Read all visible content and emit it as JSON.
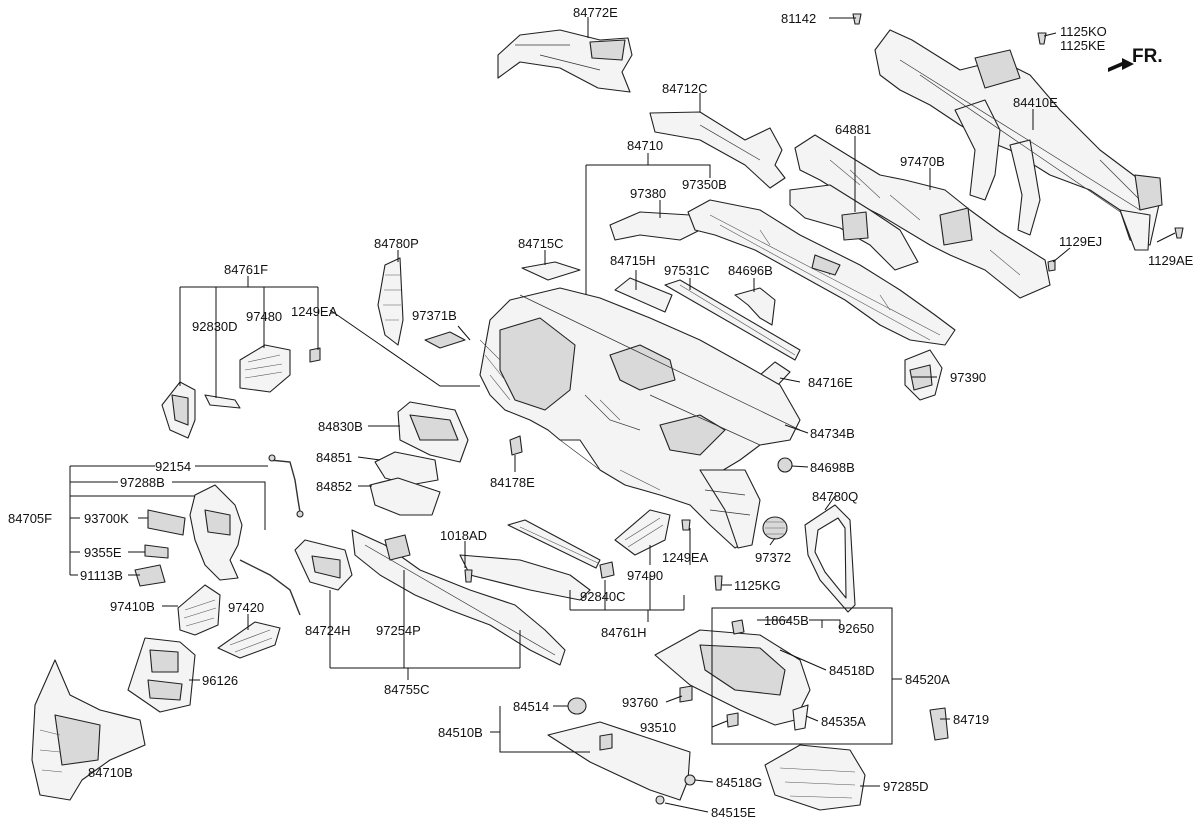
{
  "orientation": {
    "text": "FR."
  },
  "part_labels": [
    "84772E",
    "81142",
    "1125KO",
    "1125KE",
    "84712C",
    "84410E",
    "84710",
    "64881",
    "97470B",
    "97380",
    "97350B",
    "84780P",
    "84715C",
    "84761F",
    "1129EJ",
    "1129AE",
    "84715H",
    "97531C",
    "84696B",
    "97371B",
    "92830D",
    "97480",
    "1249EA",
    "97390",
    "84716E",
    "84830B",
    "84734B",
    "84851",
    "84178E",
    "84698B",
    "84852",
    "92154",
    "97288B",
    "84780Q",
    "84705F",
    "93700K",
    "1018AD",
    "9355E",
    "97372",
    "91113B",
    "97490",
    "1249EA",
    "1125KG",
    "97420",
    "92840C",
    "97410B",
    "84724H",
    "97254P",
    "84761H",
    "18645B",
    "92650",
    "96126",
    "84518D",
    "84520A",
    "84755C",
    "93760",
    "84514",
    "84510B",
    "93510",
    "84535A",
    "84719",
    "84710B",
    "84518G",
    "97285D",
    "84515E"
  ]
}
